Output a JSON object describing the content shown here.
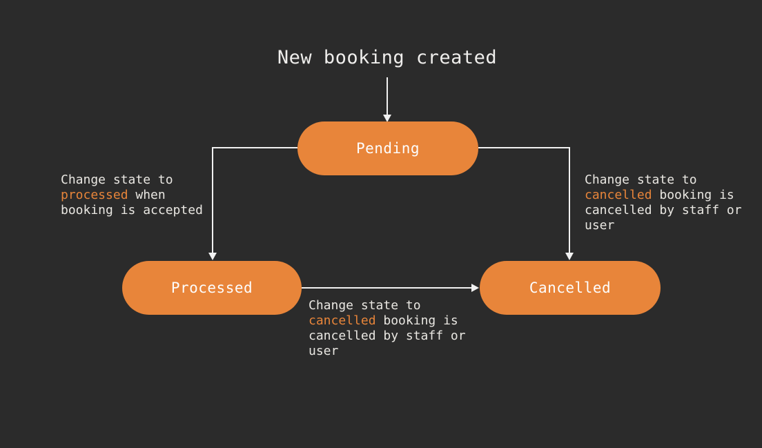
{
  "colors": {
    "background": "#2b2b2b",
    "node_fill": "#e8853a",
    "accent": "#e8853a",
    "text": "#e9e7e2",
    "node_text": "#fdfdfd",
    "arrow": "#f2f2f2"
  },
  "title": "New booking created",
  "nodes": [
    {
      "id": "pending",
      "label": "Pending"
    },
    {
      "id": "processed",
      "label": "Processed"
    },
    {
      "id": "cancelled",
      "label": "Cancelled"
    }
  ],
  "annotations": [
    {
      "id": "pending-to-processed",
      "lines": [
        [
          {
            "text": "Change state to"
          }
        ],
        [
          {
            "text": "processed",
            "accent": true
          },
          {
            "text": " when"
          }
        ],
        [
          {
            "text": "booking is accepted"
          }
        ]
      ]
    },
    {
      "id": "pending-to-cancelled",
      "lines": [
        [
          {
            "text": "Change state to"
          }
        ],
        [
          {
            "text": "cancelled",
            "accent": true
          },
          {
            "text": " booking is"
          }
        ],
        [
          {
            "text": "cancelled by staff or"
          }
        ],
        [
          {
            "text": "user"
          }
        ]
      ]
    },
    {
      "id": "processed-to-cancelled",
      "lines": [
        [
          {
            "text": "Change state to"
          }
        ],
        [
          {
            "text": "cancelled",
            "accent": true
          },
          {
            "text": " booking is"
          }
        ],
        [
          {
            "text": "cancelled by staff or"
          }
        ],
        [
          {
            "text": "user"
          }
        ]
      ]
    }
  ]
}
